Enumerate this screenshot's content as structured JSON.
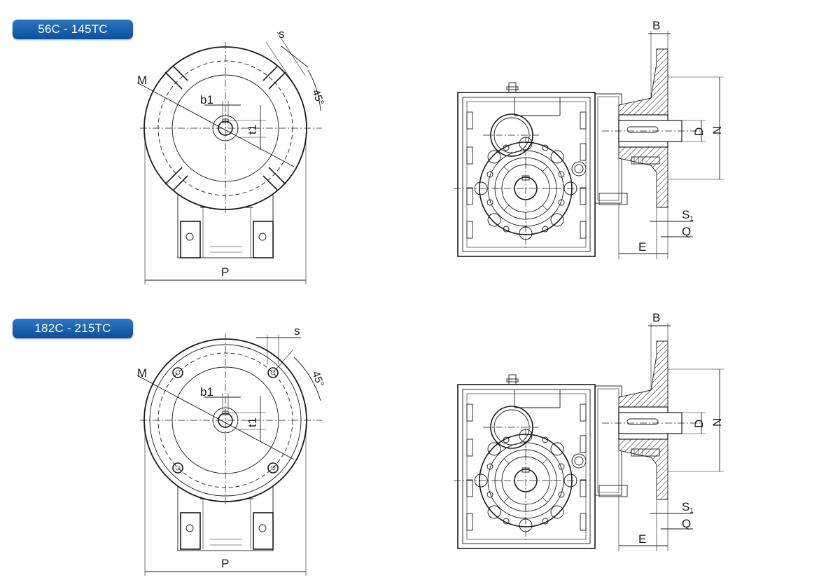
{
  "sections": [
    {
      "badge": "56C - 145TC",
      "front_labels": {
        "m": "M",
        "s": "s",
        "angle": "45°",
        "b1": "b1",
        "t1": "t1",
        "p": "P"
      },
      "side_labels": {
        "b": "B",
        "d": "D",
        "n": "N",
        "s1": "S",
        "s1_sub": "1",
        "q": "Q",
        "e": "E"
      }
    },
    {
      "badge": "182C - 215TC",
      "front_labels": {
        "m": "M",
        "s": "s",
        "angle": "45°",
        "b1": "b1",
        "t1": "t1",
        "p": "P"
      },
      "side_labels": {
        "b": "B",
        "d": "D",
        "n": "N",
        "s1": "S",
        "s1_sub": "1",
        "q": "Q",
        "e": "E"
      }
    }
  ],
  "colors": {
    "badge_top": "#2b78c6",
    "badge_bottom": "#0b4f9c",
    "line": "#1a1a1a"
  }
}
